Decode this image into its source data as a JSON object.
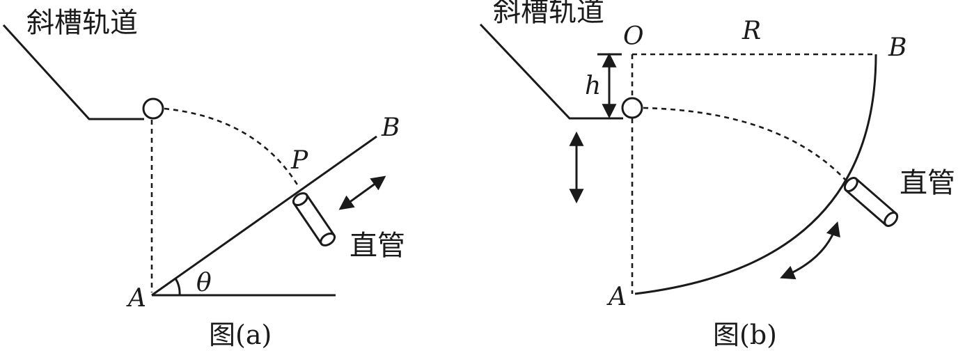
{
  "figure_a": {
    "track_label": "斜槽轨道",
    "point_a": "A",
    "point_b": "B",
    "point_p": "P",
    "angle": "θ",
    "tube_label": "直管",
    "caption": "图(a)"
  },
  "figure_b": {
    "track_label": "斜槽轨道",
    "point_o": "O",
    "radius": "R",
    "point_b": "B",
    "height": "h",
    "point_a": "A",
    "tube_label": "直管",
    "caption": "图(b)"
  }
}
